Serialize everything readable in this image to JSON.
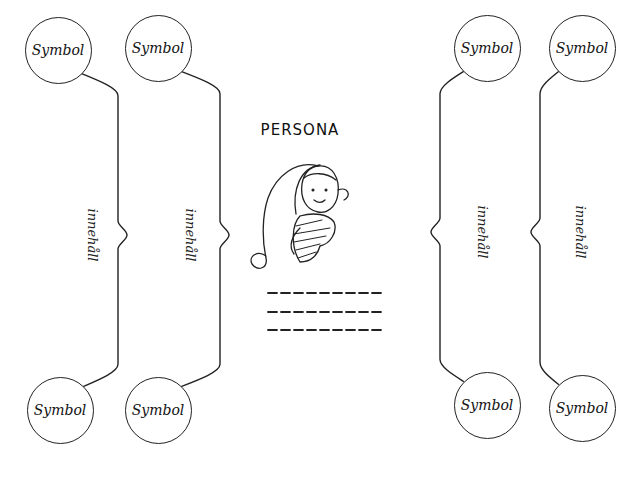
{
  "diagram": {
    "title": "PERSONA",
    "nodes": [
      {
        "text": [
          "Symbol"
        ]
      },
      {
        "text": [
          "Symbol"
        ]
      },
      {
        "text": [
          "Symbol"
        ]
      },
      {
        "text": [
          "Symbol"
        ]
      },
      {
        "text": [
          "Symbol"
        ]
      },
      {
        "text": [
          "Symbol"
        ]
      },
      {
        "text": [
          "Symbol"
        ]
      },
      {
        "text": [
          "Symbol"
        ]
      }
    ],
    "edges": [
      {
        "from": 0,
        "to": 4,
        "arrow": "none",
        "label": "innehåll"
      },
      {
        "from": 1,
        "to": 5,
        "arrow": "none",
        "label": "innehåll"
      },
      {
        "from": 2,
        "to": 6,
        "arrow": "none",
        "label": "innehåll"
      },
      {
        "from": 3,
        "to": 7,
        "arrow": "none",
        "label": "innehåll"
      }
    ]
  }
}
